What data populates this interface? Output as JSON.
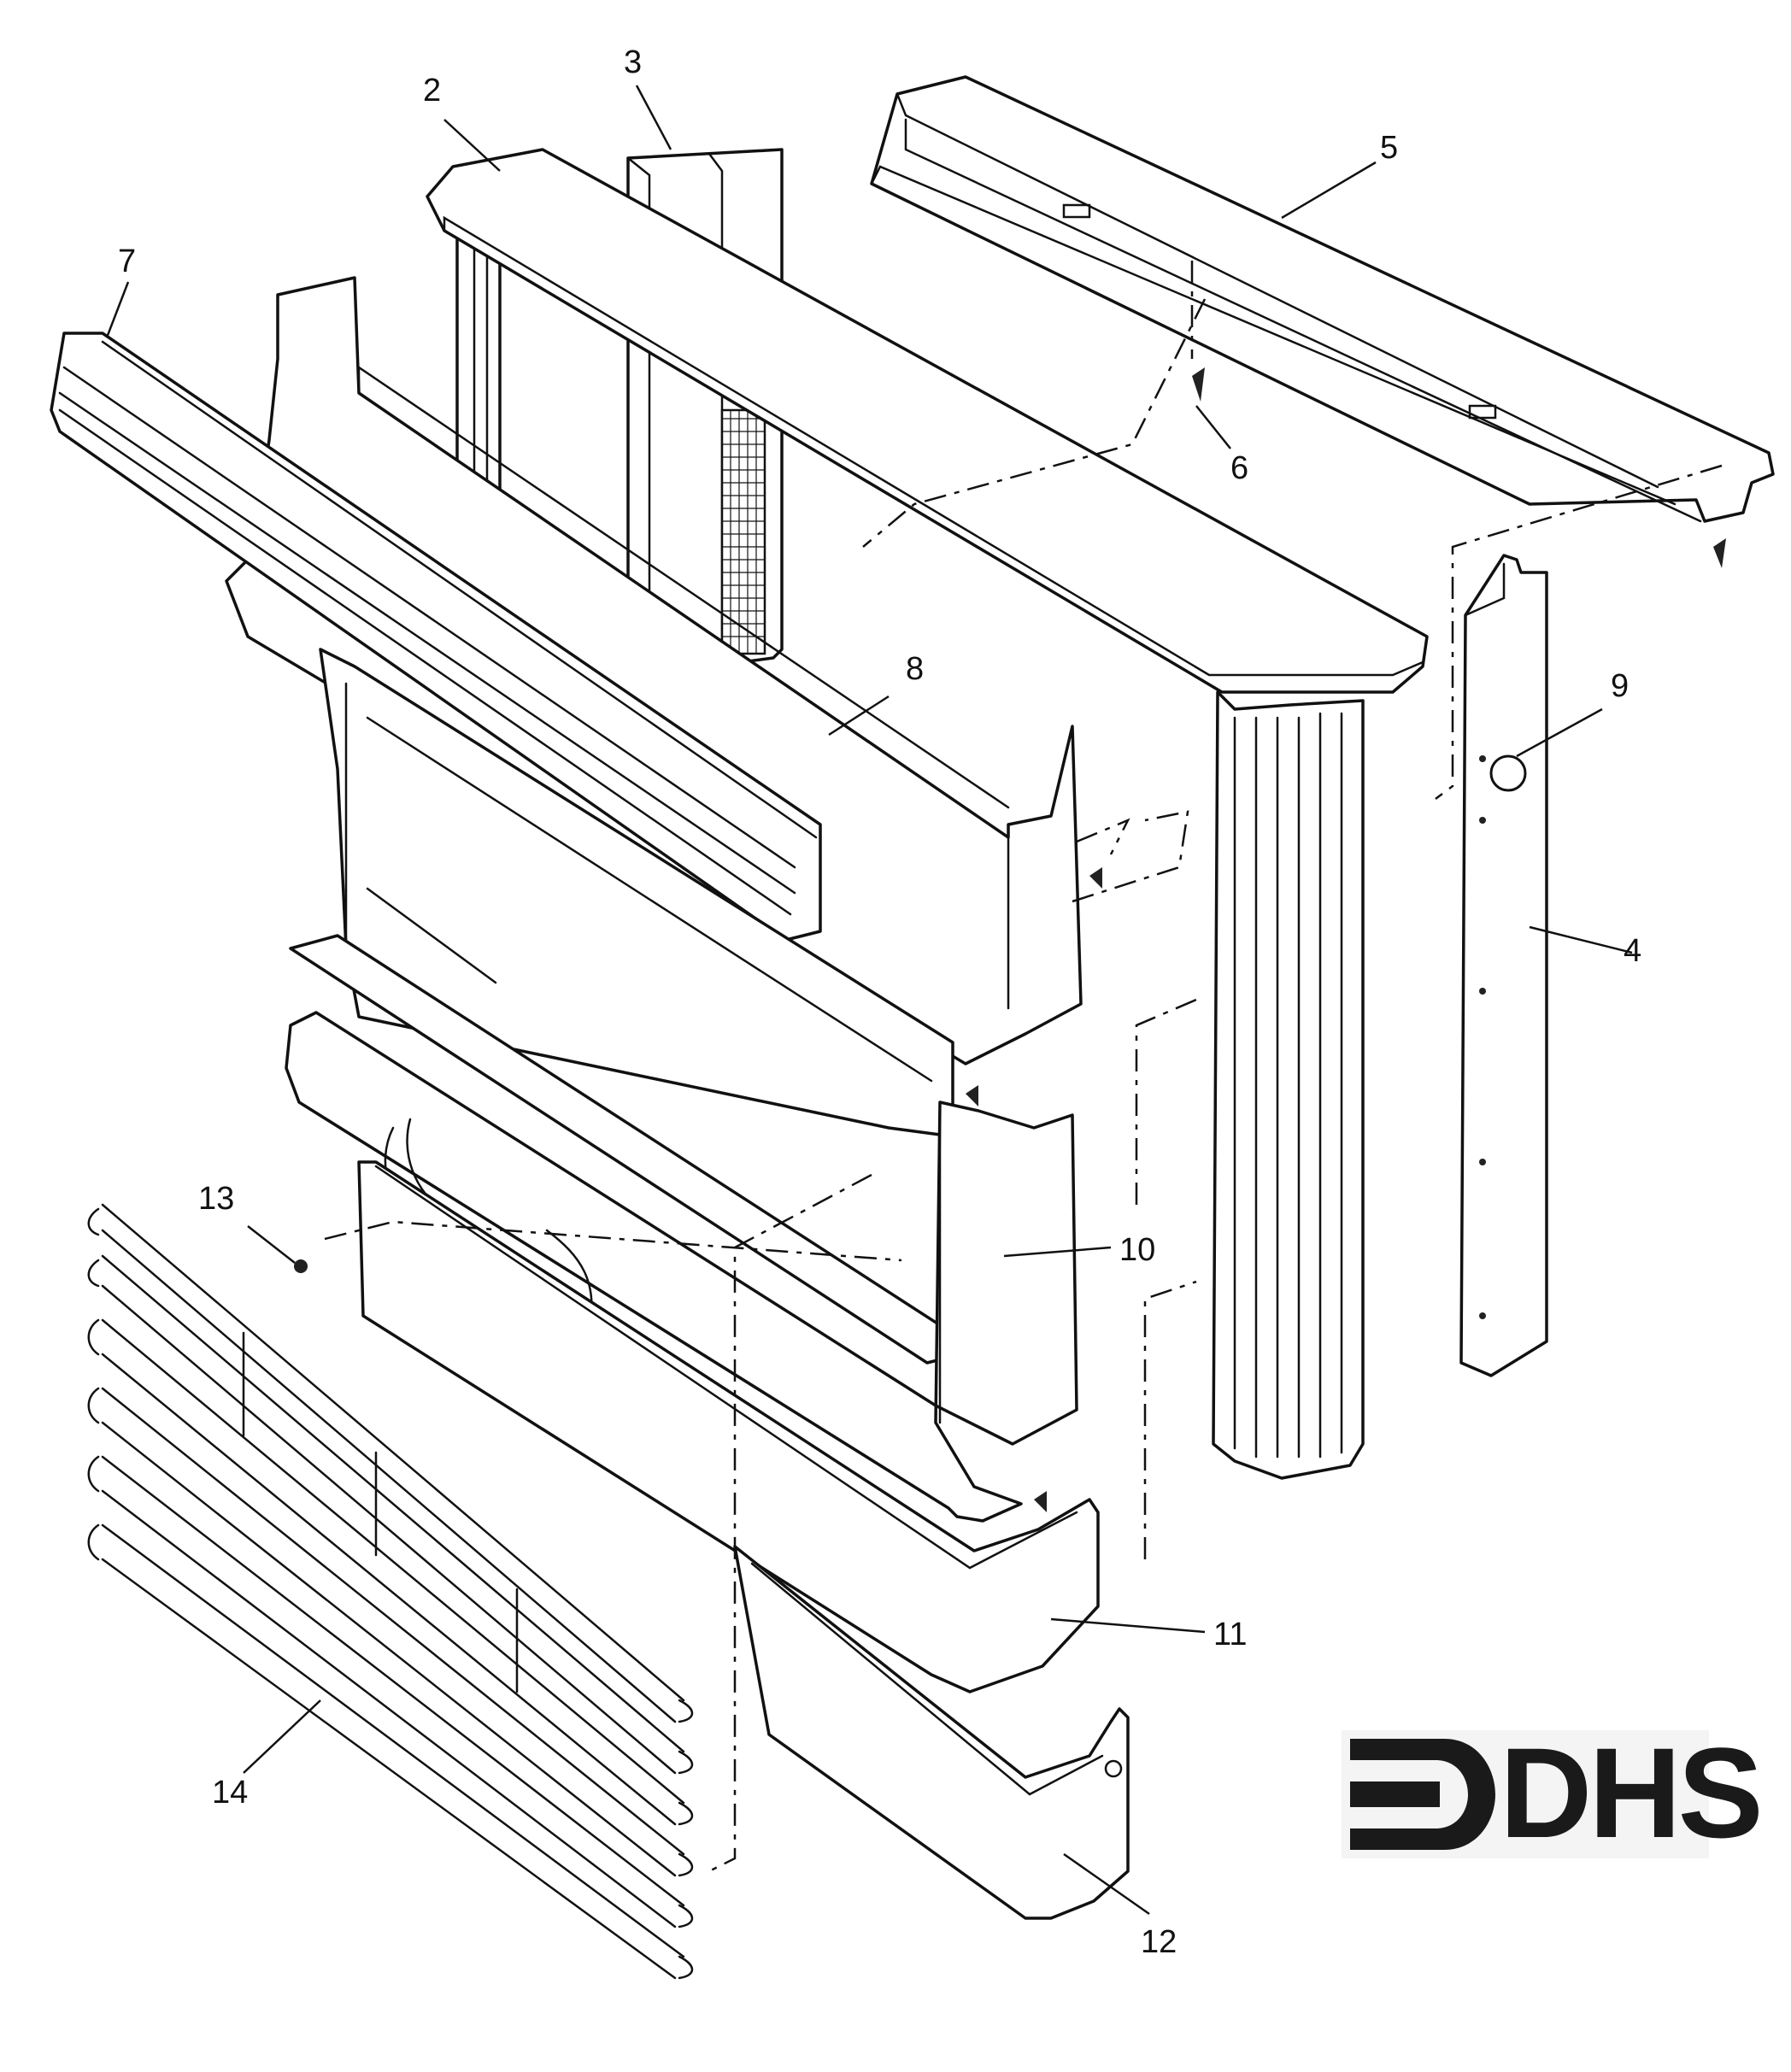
{
  "callouts": {
    "c2": "2",
    "c3": "3",
    "c4": "4",
    "c5": "5",
    "c6": "6",
    "c7": "7",
    "c8": "8",
    "c9": "9",
    "c10": "10",
    "c11": "11",
    "c12": "12",
    "c13": "13",
    "c14": "14"
  },
  "logo": {
    "text": "DHS"
  },
  "colors": {
    "ink": "#111111",
    "paper": "#ffffff"
  }
}
